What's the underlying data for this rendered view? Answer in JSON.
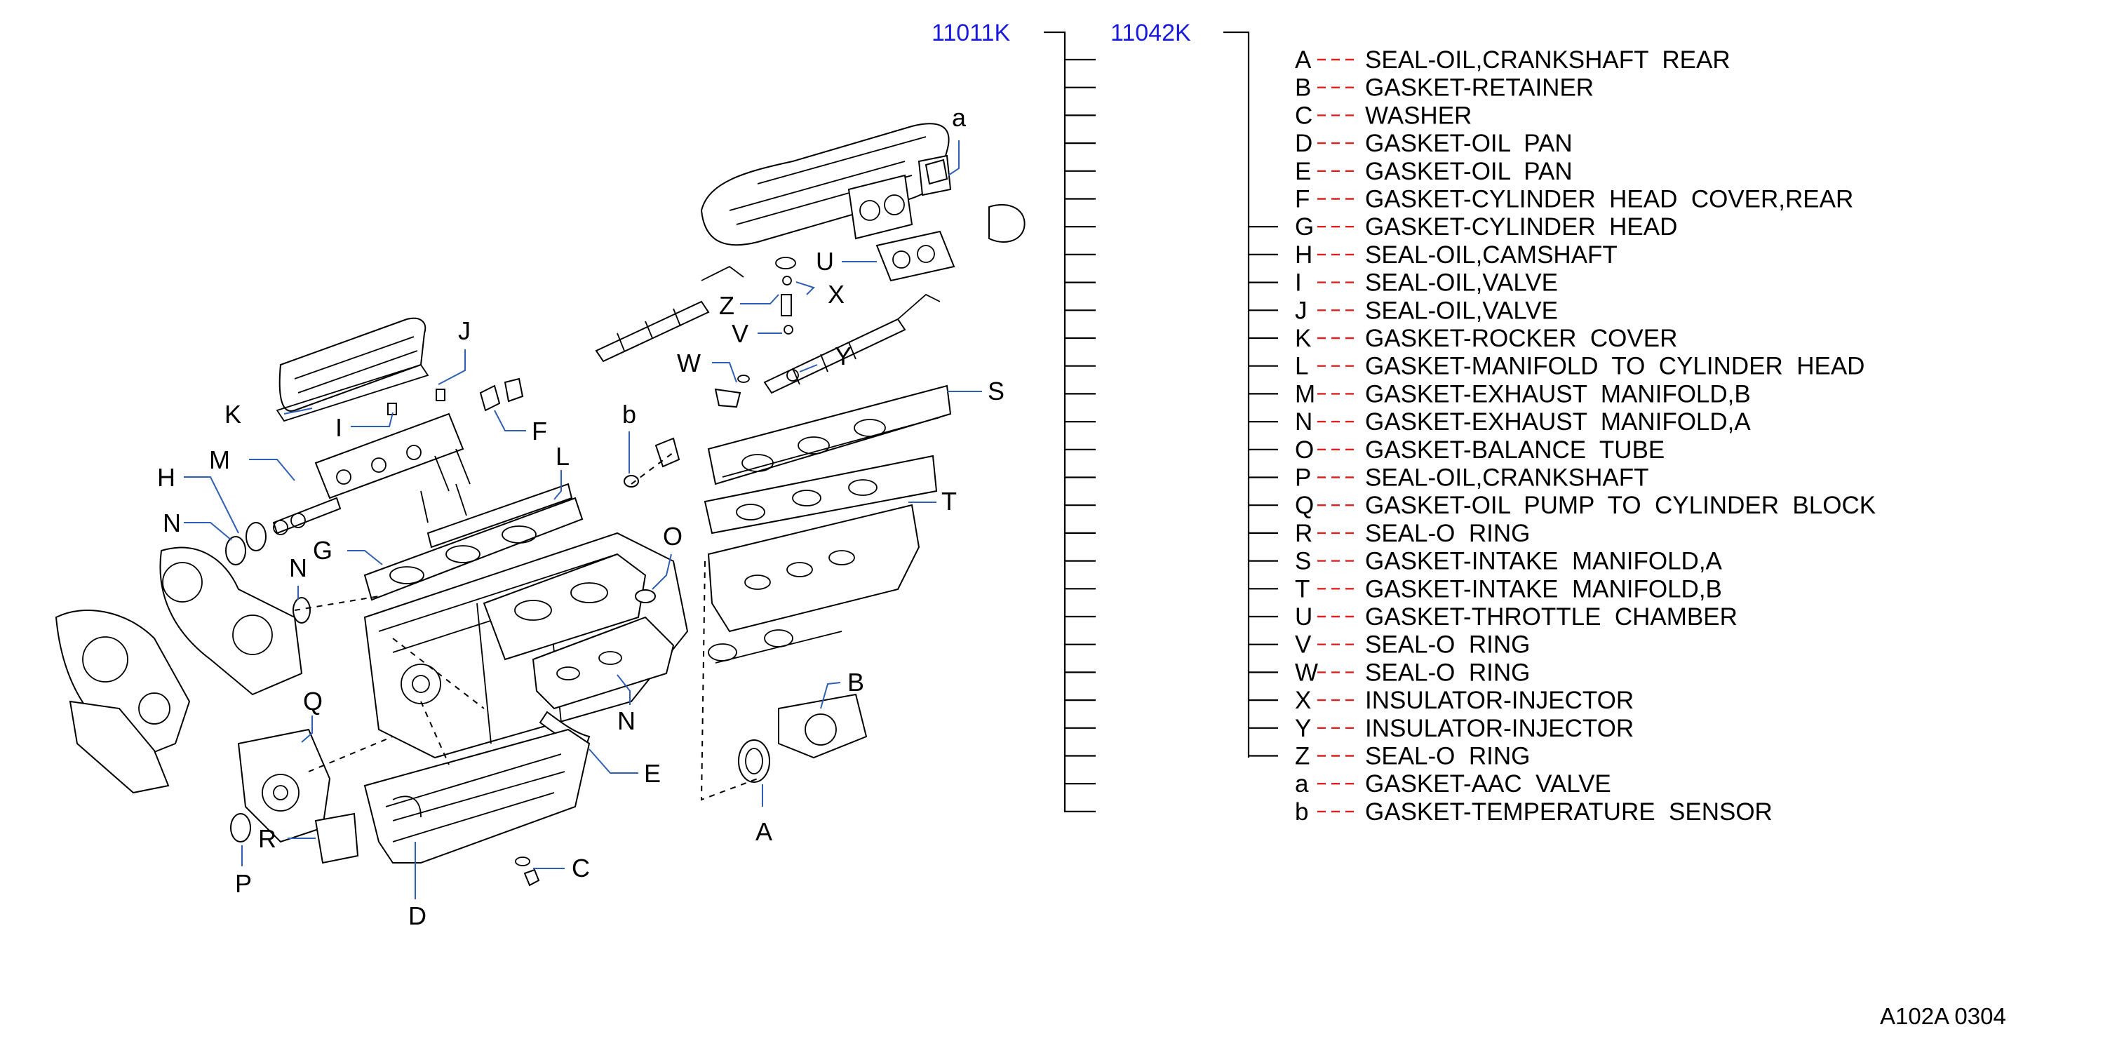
{
  "part_numbers": {
    "main": "11011K",
    "sub": "11042K"
  },
  "diagram_labels": [
    "a",
    "U",
    "Z",
    "X",
    "V",
    "W",
    "Y",
    "S",
    "T",
    "J",
    "K",
    "I",
    "F",
    "M",
    "H",
    "L",
    "b",
    "N",
    "N",
    "G",
    "O",
    "Q",
    "B",
    "E",
    "R",
    "P",
    "D",
    "C",
    "N",
    "A"
  ],
  "legend": [
    {
      "key": "A",
      "desc": "SEAL-OIL,CRANKSHAFT  REAR",
      "in_sub": false
    },
    {
      "key": "B",
      "desc": "GASKET-RETAINER",
      "in_sub": false
    },
    {
      "key": "C",
      "desc": "WASHER",
      "in_sub": false
    },
    {
      "key": "D",
      "desc": "GASKET-OIL  PAN",
      "in_sub": false
    },
    {
      "key": "E",
      "desc": "GASKET-OIL  PAN",
      "in_sub": false
    },
    {
      "key": "F",
      "desc": "GASKET-CYLINDER  HEAD  COVER,REAR",
      "in_sub": false
    },
    {
      "key": "G",
      "desc": "GASKET-CYLINDER  HEAD",
      "in_sub": true
    },
    {
      "key": "H",
      "desc": "SEAL-OIL,CAMSHAFT",
      "in_sub": true
    },
    {
      "key": "I",
      "desc": "SEAL-OIL,VALVE",
      "in_sub": true
    },
    {
      "key": "J",
      "desc": "SEAL-OIL,VALVE",
      "in_sub": true
    },
    {
      "key": "K",
      "desc": "GASKET-ROCKER  COVER",
      "in_sub": true
    },
    {
      "key": "L",
      "desc": "GASKET-MANIFOLD  TO  CYLINDER  HEAD",
      "in_sub": true
    },
    {
      "key": "M",
      "desc": "GASKET-EXHAUST  MANIFOLD,B",
      "in_sub": true
    },
    {
      "key": "N",
      "desc": "GASKET-EXHAUST  MANIFOLD,A",
      "in_sub": true
    },
    {
      "key": "O",
      "desc": "GASKET-BALANCE  TUBE",
      "in_sub": true
    },
    {
      "key": "P",
      "desc": "SEAL-OIL,CRANKSHAFT",
      "in_sub": true
    },
    {
      "key": "Q",
      "desc": "GASKET-OIL  PUMP  TO  CYLINDER  BLOCK",
      "in_sub": true
    },
    {
      "key": "R",
      "desc": "SEAL-O  RING",
      "in_sub": true
    },
    {
      "key": "S",
      "desc": "GASKET-INTAKE  MANIFOLD,A",
      "in_sub": true
    },
    {
      "key": "T",
      "desc": "GASKET-INTAKE  MANIFOLD,B",
      "in_sub": true
    },
    {
      "key": "U",
      "desc": "GASKET-THROTTLE  CHAMBER",
      "in_sub": true
    },
    {
      "key": "V",
      "desc": "SEAL-O  RING",
      "in_sub": true
    },
    {
      "key": "W",
      "desc": "SEAL-O  RING",
      "in_sub": true
    },
    {
      "key": "X",
      "desc": "INSULATOR-INJECTOR",
      "in_sub": true
    },
    {
      "key": "Y",
      "desc": "INSULATOR-INJECTOR",
      "in_sub": true
    },
    {
      "key": "Z",
      "desc": "SEAL-O  RING",
      "in_sub": true
    },
    {
      "key": "a",
      "desc": "GASKET-AAC  VALVE",
      "in_sub": false
    },
    {
      "key": "b",
      "desc": "GASKET-TEMPERATURE  SENSOR",
      "in_sub": false
    }
  ],
  "footer": "A102A   0304"
}
